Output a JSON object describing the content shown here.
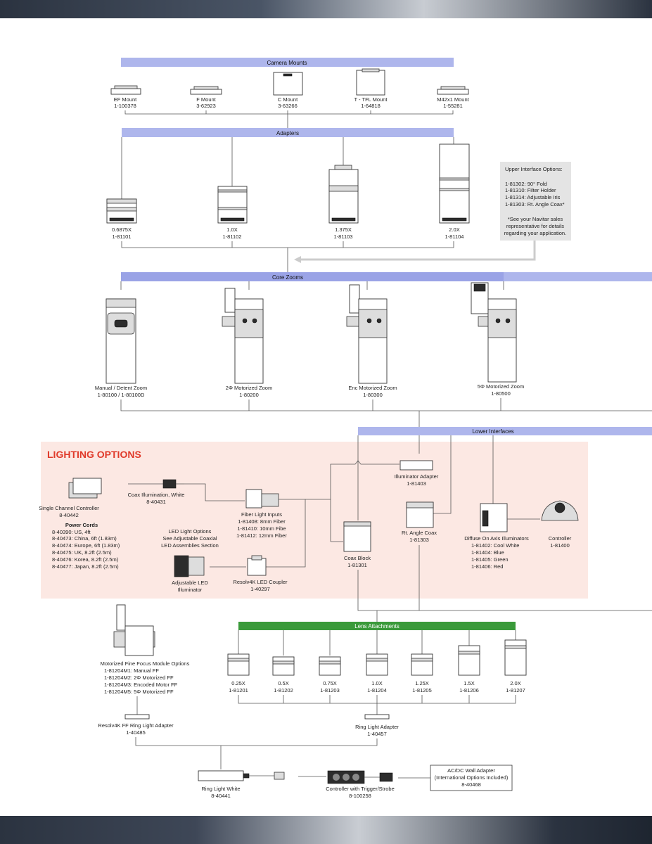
{
  "bars": {
    "camera_mounts": "Camera Mounts",
    "adapters": "Adapters",
    "core_zooms": "Core Zooms",
    "lower_interfaces": "Lower Interfaces",
    "lens_attachments": "Lens Attachments"
  },
  "mounts": [
    {
      "name": "EF Mount",
      "pn": "1-100378"
    },
    {
      "name": "F Mount",
      "pn": "3-62923"
    },
    {
      "name": "C Mount",
      "pn": "3-63266"
    },
    {
      "name": "T - TFL Mount",
      "pn": "1-64818"
    },
    {
      "name": "M42x1 Mount",
      "pn": "1-55281"
    }
  ],
  "adapters": [
    {
      "name": "0.6875X",
      "pn": "1-81101"
    },
    {
      "name": "1.0X",
      "pn": "1-81102"
    },
    {
      "name": "1.375X",
      "pn": "1-81103"
    },
    {
      "name": "2.0X",
      "pn": "1-81104"
    }
  ],
  "upper_box": {
    "title": "Upper Interface Options:",
    "items": [
      "1-81302: 90° Fold",
      "1-81310: Filter Holder",
      "1-81314: Adjustable Iris",
      "1-81303: Rt. Angle Coax*"
    ],
    "note": [
      "*See your Navitar sales",
      "representative for details",
      "regarding your application."
    ]
  },
  "zooms": [
    {
      "name": "Manual / Detent Zoom",
      "pn": "1-80100 / 1-80100D"
    },
    {
      "name": "2Φ Motorized Zoom",
      "pn": "1-80200"
    },
    {
      "name": "Enc Motorized Zoom",
      "pn": "1-80300"
    },
    {
      "name": "5Φ Motorized Zoom",
      "pn": "1-80500"
    }
  ],
  "lighting": {
    "title": "LIGHTING OPTIONS",
    "controller": {
      "name": "Single Channel Controller",
      "pn": "8-40442"
    },
    "power_cords_title": "Power Cords",
    "power_cords": [
      "8-40390: US, 4ft",
      "8-40473: China, 6ft (1.83m)",
      "8-40474: Europe, 6ft (1.83m)",
      "8-40475: UK, 8.2ft (2.5m)",
      "8-40476: Korea, 8.2ft (2.5m)",
      "8-40477: Japan, 8.2ft (2.5m)"
    ],
    "coax_illum": {
      "name": "Coax Illumination, White",
      "pn": "8-40431"
    },
    "fiber": {
      "name": "Fiber Light Inputs",
      "items": [
        "1-81408:  8mm Fiber",
        "1-81410: 10mm Fibe",
        "1-81412: 12mm Fiber"
      ]
    },
    "led_opts": [
      "LED Light Options",
      "See Adjustable Coaxial",
      "LED Assemblies Section"
    ],
    "adj_led": [
      "Adjustable LED",
      "Illuminator"
    ],
    "coupler": {
      "name": "Resolv4K LED Coupler",
      "pn": "1-40297"
    },
    "illum_adapter": {
      "name": "Illuminator Adapter",
      "pn": "1-81403"
    },
    "rt_angle": {
      "name": "Rt. Angle Coax",
      "pn": "1-81303"
    },
    "coax_block": {
      "name": "Coax Block",
      "pn": "1-81301"
    },
    "diffuse": {
      "name": "Diffuse On Axis Illuminators",
      "items": [
        "1-81402: Cool White",
        "1-81404: Blue",
        "1-81405: Green",
        "1-81406: Red"
      ]
    },
    "controller2": {
      "name": "Controller",
      "pn": "1-81400"
    }
  },
  "fine_focus": {
    "title": "Motorized Fine Focus Module Options",
    "items": [
      "1-81204M1:  Manual FF",
      "1-81204M2:  2Φ Motorized FF",
      "1-81204M3:  Encoded Motor FF",
      "1-81204M5:  5Φ Motorized FF"
    ]
  },
  "lenses": [
    {
      "name": "0.25X",
      "pn": "1-81201"
    },
    {
      "name": "0.5X",
      "pn": "1-81202"
    },
    {
      "name": "0.75X",
      "pn": "1-81203"
    },
    {
      "name": "1.0X",
      "pn": "1-81204"
    },
    {
      "name": "1.25X",
      "pn": "1-81205"
    },
    {
      "name": "1.5X",
      "pn": "1-81206"
    },
    {
      "name": "2.0X",
      "pn": "1-81207"
    }
  ],
  "ring_adapters": [
    {
      "name": "Resolv4K FF Ring Light Adapter",
      "pn": "1-40485"
    },
    {
      "name": "Ring Light Adapter",
      "pn": "1-40457"
    }
  ],
  "bottom": {
    "ring_light": {
      "name": "Ring Light White",
      "pn": "8-40441"
    },
    "controller": {
      "name": "Controller with Trigger/Strobe",
      "pn": "8-100258"
    },
    "wall": {
      "name": "AC/DC Wall Adapter",
      "sub": "(International Options Included)",
      "pn": "8-40468"
    }
  },
  "colors": {
    "bar_blue": "#aeb6ec",
    "bar_green": "#3a9a3a",
    "lighting_bg": "#fce8e3",
    "lighting_title": "#e03a2a"
  }
}
